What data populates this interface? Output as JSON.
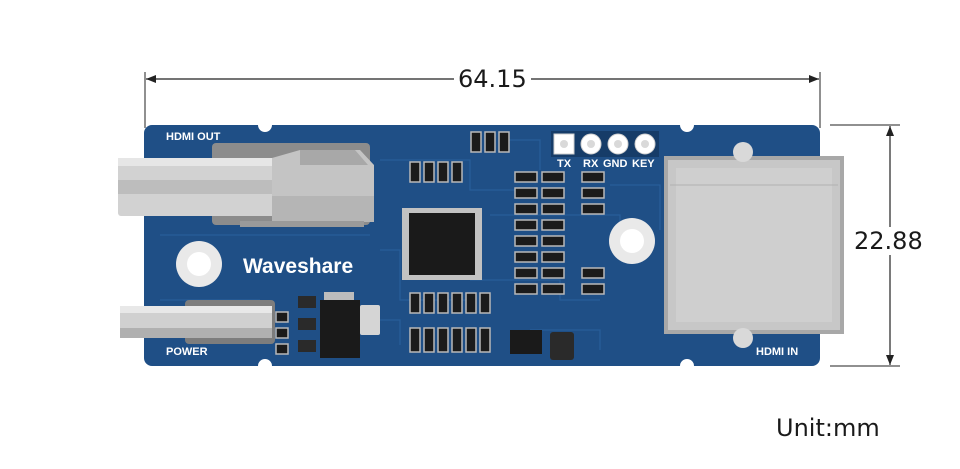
{
  "dimensions": {
    "width_label": "64.15",
    "height_label": "22.88",
    "unit": "Unit:mm"
  },
  "board": {
    "brand": "Waveshare",
    "hdmi_out_label": "HDMI OUT",
    "hdmi_in_label": "HDMI IN",
    "power_label": "POWER",
    "header_pins": [
      "TX",
      "RX",
      "GND",
      "KEY"
    ],
    "colors": {
      "pcb": "#1f4f86",
      "pcb_dark": "#163c68",
      "metal": "#c9c9c9",
      "chip": "#1a1a1a"
    }
  }
}
